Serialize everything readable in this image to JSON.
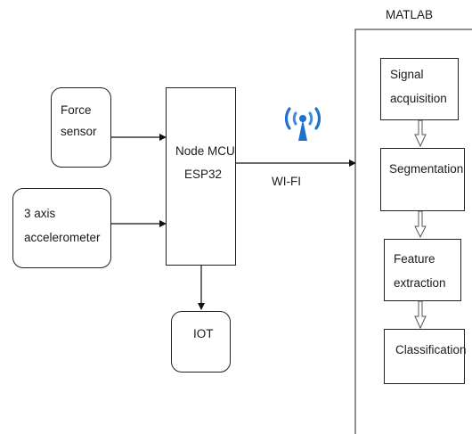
{
  "matlab": {
    "title": "MATLAB"
  },
  "inputs": {
    "force_sensor": [
      "Force",
      "sensor"
    ],
    "accelerometer": [
      "3 axis",
      "accelerometer"
    ]
  },
  "mcu": {
    "line1": "Node MCU",
    "line2": "ESP32"
  },
  "iot": {
    "label": "IOT"
  },
  "wifi": {
    "label": "WI-FI",
    "icon": "wifi-antenna-icon",
    "color": "#1e6fd0"
  },
  "pipeline": {
    "signal_acquisition": [
      "Signal",
      "acquisition"
    ],
    "segmentation": "Segmentation",
    "feature_extraction": [
      "Feature",
      "extraction"
    ],
    "classification": "Classification"
  }
}
